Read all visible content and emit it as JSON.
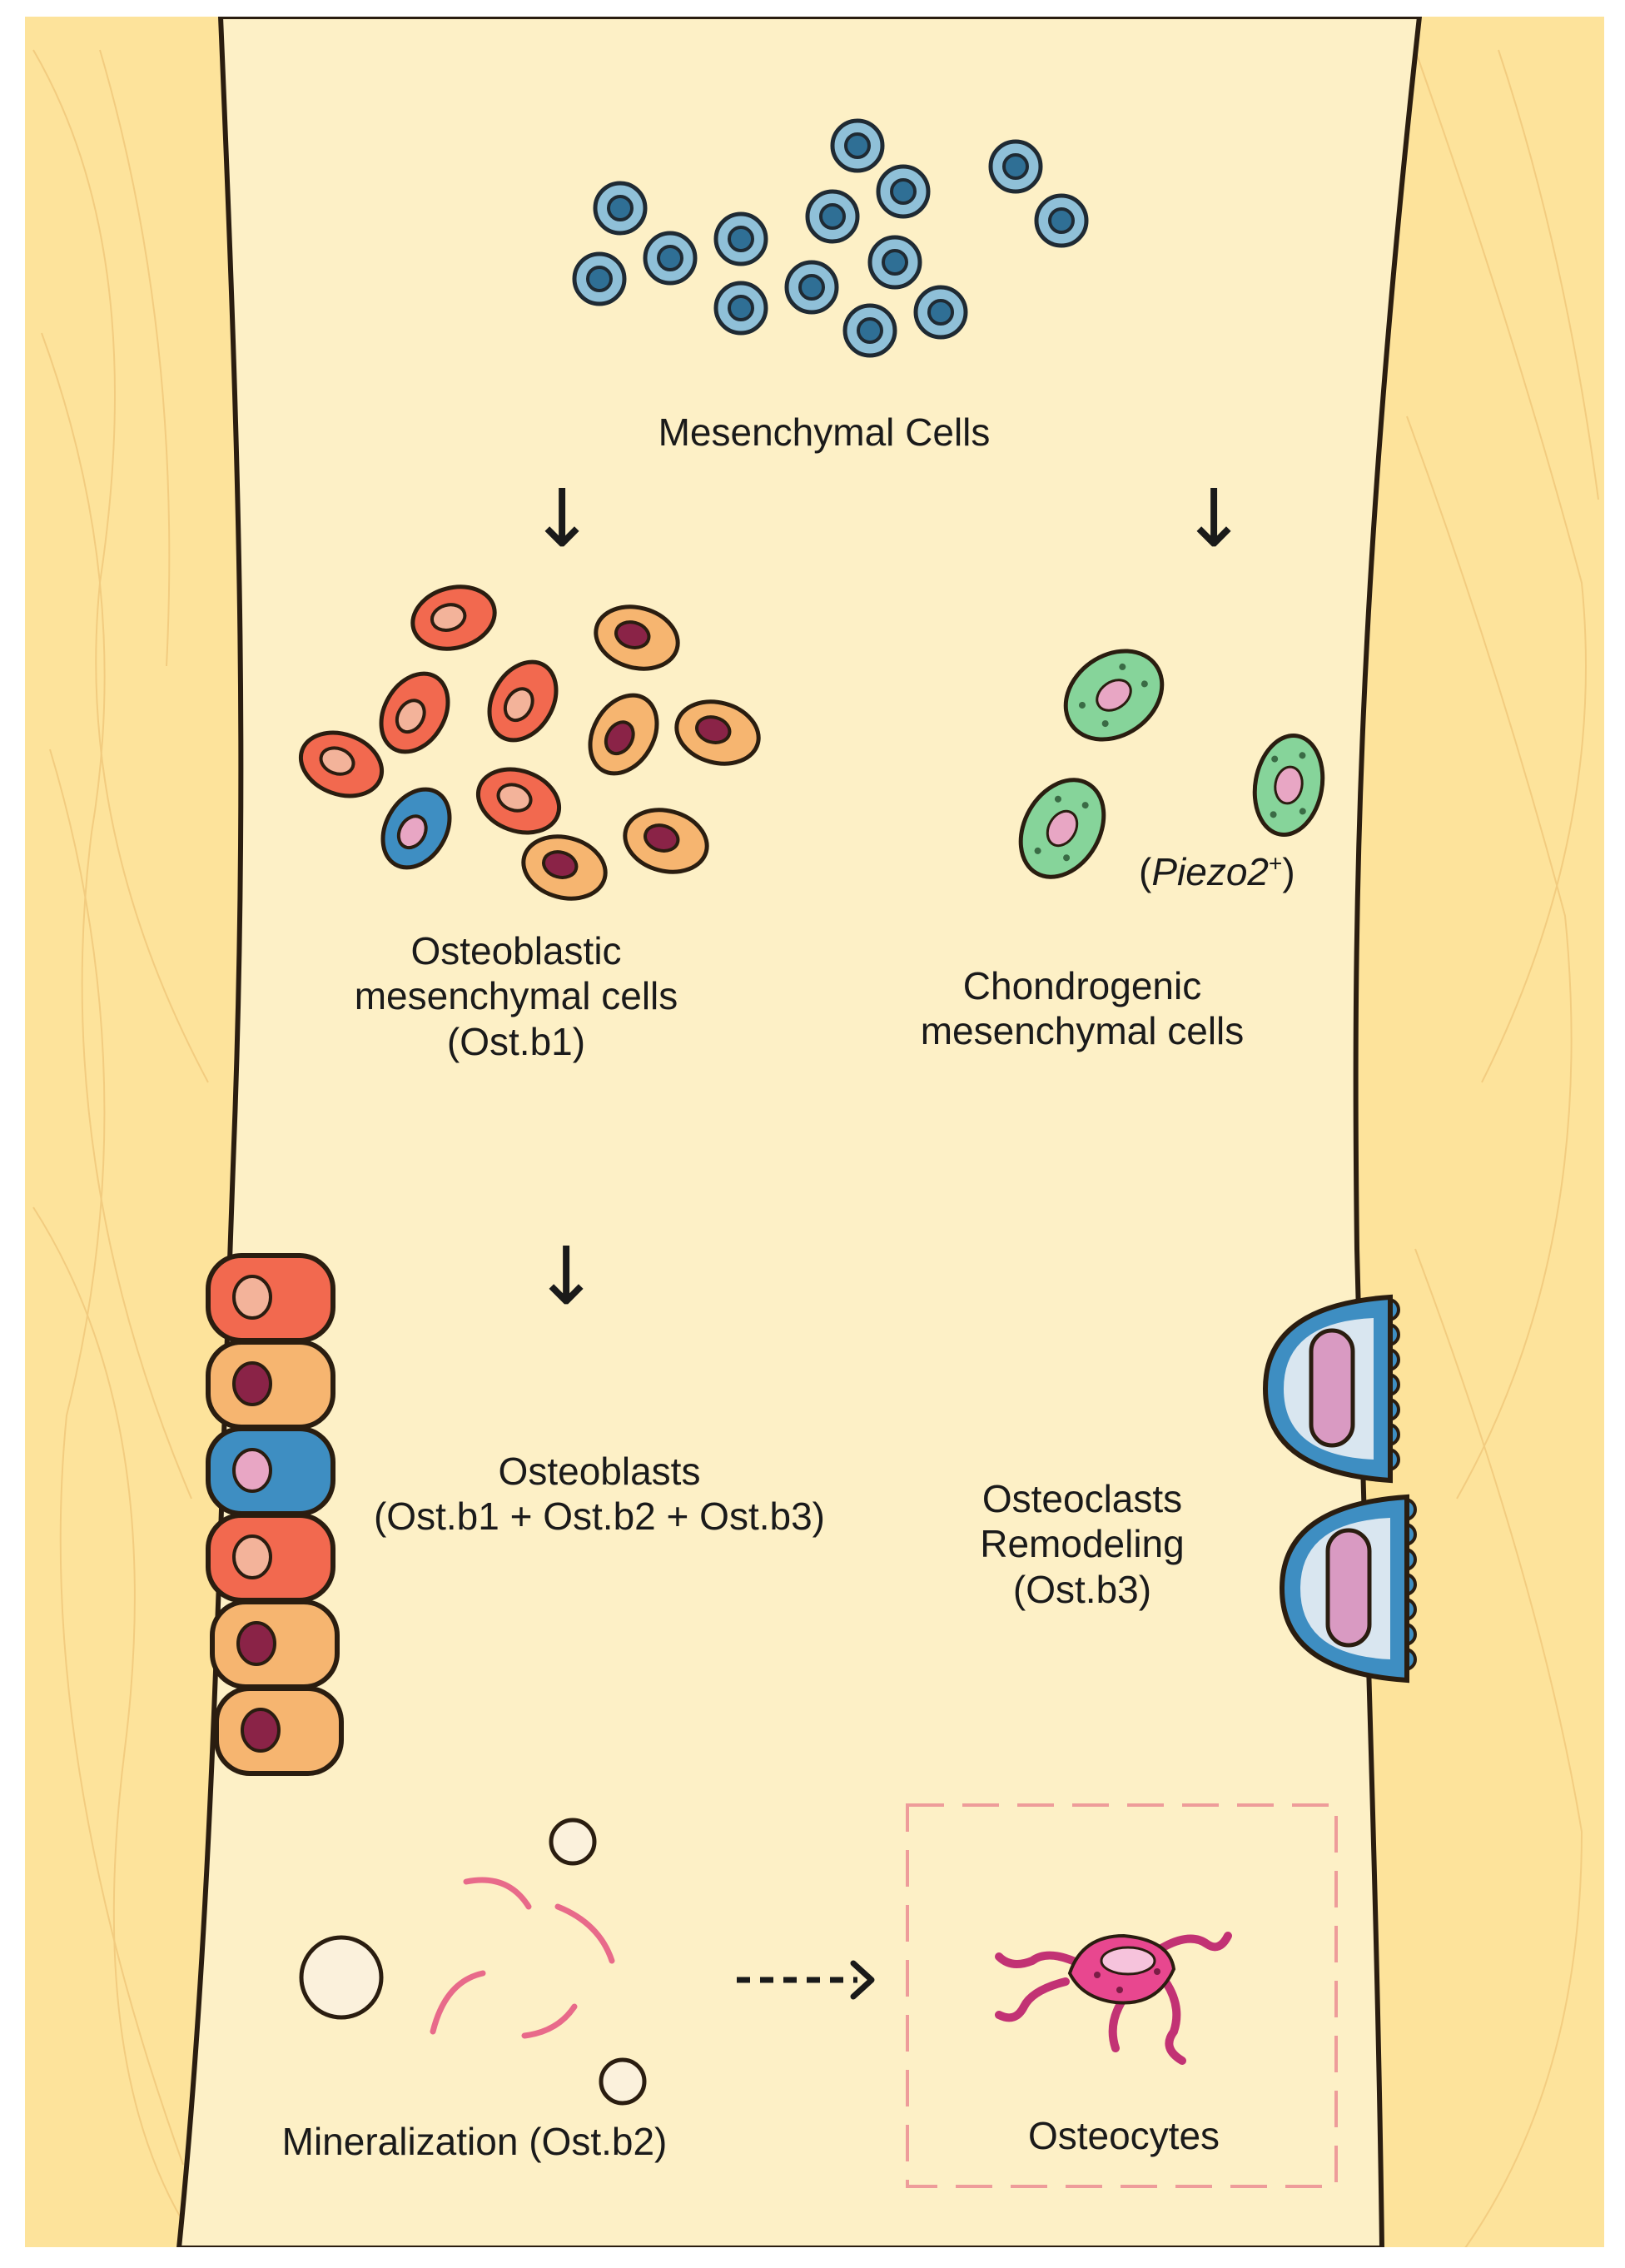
{
  "labels": {
    "mesenchymal": "Mesenchymal Cells",
    "osteoblastic_line1": "Osteoblastic",
    "osteoblastic_line2": "mesenchymal cells",
    "osteoblastic_line3": "(Ost.b1)",
    "chondro_line1": "Chondrogenic",
    "chondro_line2": "mesenchymal cells",
    "piezo_open": "(",
    "piezo_name": "Piezo2",
    "piezo_sup": "+",
    "piezo_close": ")",
    "osteoblasts_line1": "Osteoblasts",
    "osteoblasts_line2": "(Ost.b1 + Ost.b2 + Ost.b3)",
    "osteoclasts_line1": "Osteoclasts",
    "osteoclasts_line2": "Remodeling",
    "osteoclasts_line3": "(Ost.b3)",
    "mineralization": "Mineralization (Ost.b2)",
    "osteocytes": "Osteocytes"
  },
  "arrows": {
    "down": "↓"
  },
  "colors": {
    "background_outer": "#fde39b",
    "background_inner": "#fdf0c6",
    "mesenchymal_cell": "#8fc0d8",
    "osteoblast_red": "#f2694f",
    "osteoblast_orange": "#f6b570",
    "osteoblast_blue": "#3e8ec2",
    "nucleus_dark": "#8a2347",
    "nucleus_light": "#e8a6c4",
    "chondro_cell": "#86d49a",
    "osteocyte": "#e8478f",
    "osteocyte_box": "#ee9c9a"
  }
}
